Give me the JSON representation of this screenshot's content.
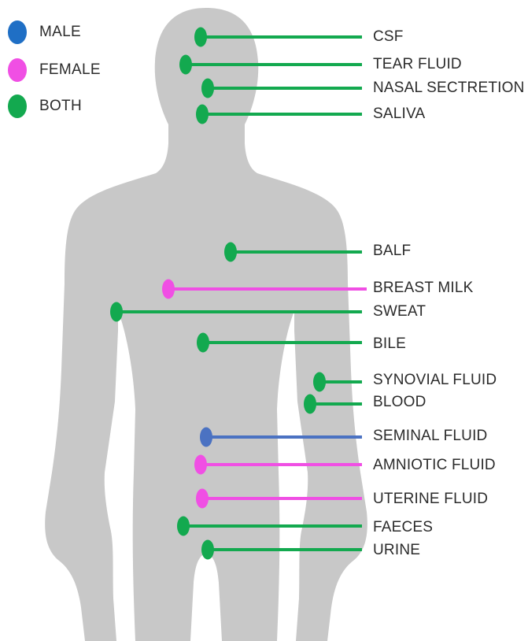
{
  "colors": {
    "male": "#1f6fc5",
    "female": "#f04fe4",
    "both": "#13a94f",
    "male_line": "#4b72c2",
    "silhouette": "#c8c8c8",
    "text": "#2b2b2b"
  },
  "legend": [
    {
      "label": "MALE",
      "category": "male"
    },
    {
      "label": "FEMALE",
      "category": "female"
    },
    {
      "label": "BOTH",
      "category": "both"
    }
  ],
  "fluids": [
    {
      "label": "CSF",
      "category": "both"
    },
    {
      "label": "TEAR FLUID",
      "category": "both"
    },
    {
      "label": "NASAL SECTRETION",
      "category": "both"
    },
    {
      "label": "SALIVA",
      "category": "both"
    },
    {
      "label": "BALF",
      "category": "both"
    },
    {
      "label": "BREAST MILK",
      "category": "female"
    },
    {
      "label": "SWEAT",
      "category": "both"
    },
    {
      "label": "BILE",
      "category": "both"
    },
    {
      "label": "SYNOVIAL FLUID",
      "category": "both"
    },
    {
      "label": "BLOOD",
      "category": "both"
    },
    {
      "label": "SEMINAL FLUID",
      "category": "male"
    },
    {
      "label": "AMNIOTIC FLUID",
      "category": "female"
    },
    {
      "label": "UTERINE FLUID",
      "category": "female"
    },
    {
      "label": "FAECES",
      "category": "both"
    },
    {
      "label": "URINE",
      "category": "both"
    }
  ],
  "icons": {
    "silhouette": "human-body-silhouette-icon",
    "marker": "circle-marker-icon"
  }
}
